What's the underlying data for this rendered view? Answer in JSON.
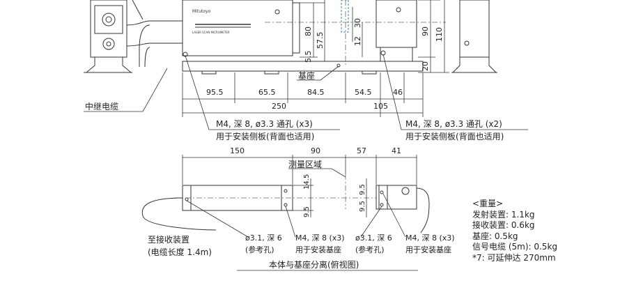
{
  "top_view": {
    "dims_horizontal": [
      "95.5",
      "65.5",
      "84.5",
      "54.5",
      "46",
      "250",
      "105"
    ],
    "dims_vertical": [
      "80",
      "57.5",
      "5.5",
      "30",
      "12",
      "90",
      "110",
      "20"
    ],
    "base_label": "基座",
    "relay_cable_label": "中继电缆",
    "hole_note_left": "M4, 深 8, ø3.3 通孔 (x3)",
    "hole_note_left_sub": "用于安装侧板(背面也适用)",
    "hole_note_right": "M4, 深 8, ø3.3 通孔 (x2)",
    "hole_note_right_sub": "用于安装侧板(背面也适用)"
  },
  "bottom_view": {
    "dims_horizontal": [
      "150",
      "90",
      "57",
      "41"
    ],
    "dims_vertical": [
      "14.5",
      "9.5",
      "9.5",
      "9.5"
    ],
    "measure_region_label": "测量区域",
    "receiver_label": "至接收装置",
    "cable_length_label": "(电缆长度 1.4m)",
    "hole_a": "ø3.1, 深 6",
    "hole_a_sub": "(参考孔)",
    "hole_b": "M4, 深 8 (x3)",
    "hole_b_sub": "用于安装基座",
    "hole_c": "ø3.1, 深 6",
    "hole_c_sub": "(参考孔)",
    "hole_d": "M4, 深 8 (x3)",
    "hole_d_sub": "用于安装基座",
    "caption": "本体与基座分离(俯视图)"
  },
  "weight_notes": {
    "title": "<重量>",
    "items": [
      "发射装置: 1.1kg",
      "接收装置: 0.6kg",
      "基座: 0.5kg",
      "信号电缆 (5m): 0.5kg",
      "*7: 可延伸达 270mm"
    ]
  }
}
